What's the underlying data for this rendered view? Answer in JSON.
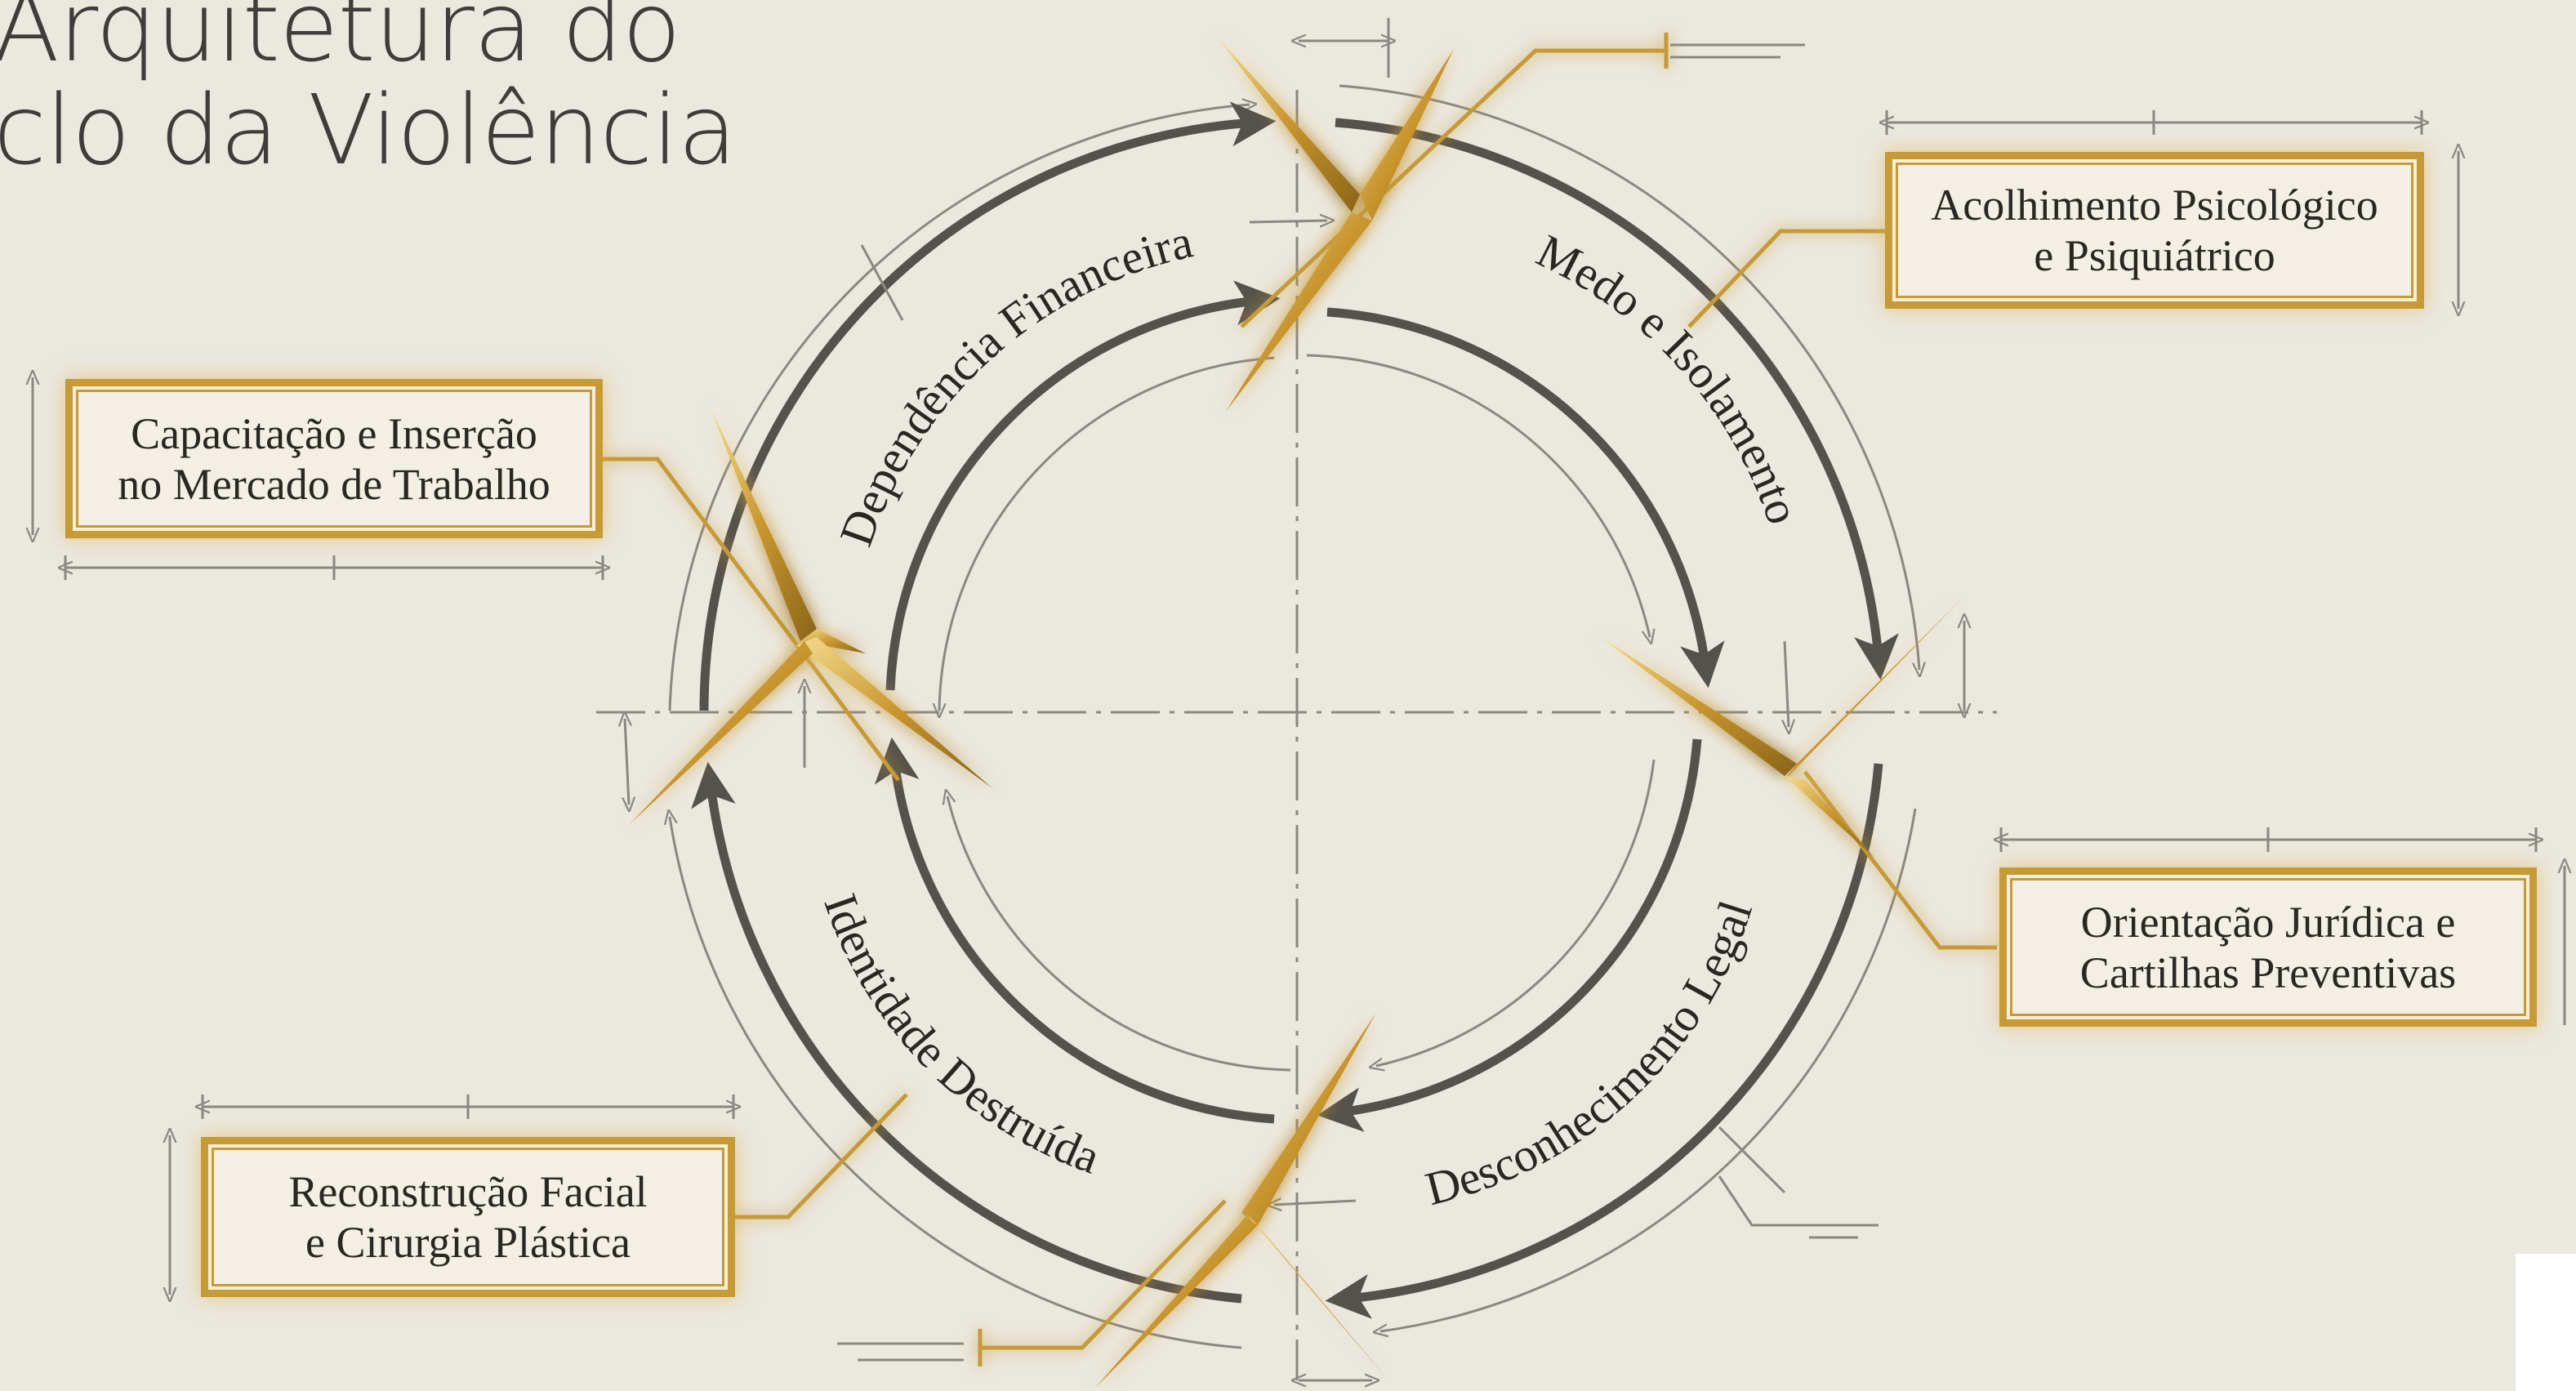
{
  "title": {
    "line1": "Arquitetura do",
    "line2": "clo da Violência"
  },
  "cycle_labels": {
    "dependencia": "Dependência Financeira",
    "medo": "Medo e Isolamento",
    "desconhecimento": "Desconhecimento Legal",
    "identidade": "Identidade Destruída"
  },
  "boxes": {
    "acolhimento": {
      "line1": "Acolhimento Psicológico",
      "line2": "e Psiquiátrico"
    },
    "capacitacao": {
      "line1": "Capacitação e Inserção",
      "line2": "no Mercado de Trabalho"
    },
    "orientacao": {
      "line1": "Orientação Jurídica e",
      "line2": "Cartilhas Preventivas"
    },
    "reconstrucao": {
      "line1": "Reconstrução Facial",
      "line2": "e Cirurgia Plástica"
    }
  },
  "colors": {
    "background": "#ebe8df",
    "gold": "#c59a37",
    "arrow": "#55524d",
    "thin_line": "#8b8882"
  }
}
